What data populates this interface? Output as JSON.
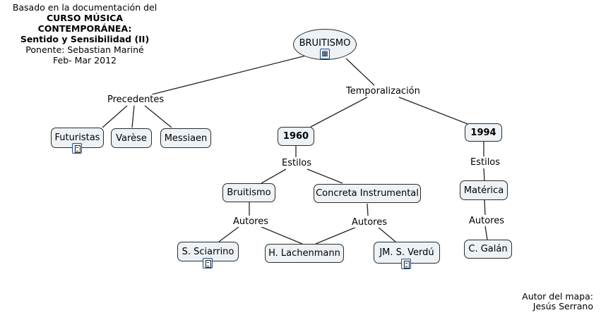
{
  "header": {
    "line1": "Basado en la documentación del",
    "line2": "CURSO MÚSICA CONTEMPORÁNEA:",
    "line3": "Sentido y Sensibilidad (II)",
    "line4": "Ponente: Sebastian Mariné",
    "line5": "Feb- Mar 2012"
  },
  "root": {
    "label": "BRUITISMO",
    "icon": "concept-map-icon"
  },
  "links": {
    "precedentes": "Precedentes",
    "temporalizacion": "Temporalización",
    "estilos_1960": "Estilos",
    "estilos_1994": "Estilos",
    "autores_bruitismo": "Autores",
    "autores_concreta": "Autores",
    "autores_materica": "Autores"
  },
  "nodes": {
    "futuristas": "Futuristas",
    "varese": "Varèse",
    "messiaen": "Messiaen",
    "y1960": "1960",
    "y1994": "1994",
    "bruitismo": "Bruitismo",
    "concreta": "Concreta Instrumental",
    "materica": "Matérica",
    "sciarrino": "S. Sciarrino",
    "lachenmann": "H. Lachenmann",
    "verdu": "JM. S. Verdú",
    "galan": "C. Galán"
  },
  "attachments": {
    "futuristas": "document-icon",
    "sciarrino": "document-icon",
    "verdu": "document-icon"
  },
  "author": {
    "line1": "Autor del mapa:",
    "line2": "Jesús Serrano"
  }
}
